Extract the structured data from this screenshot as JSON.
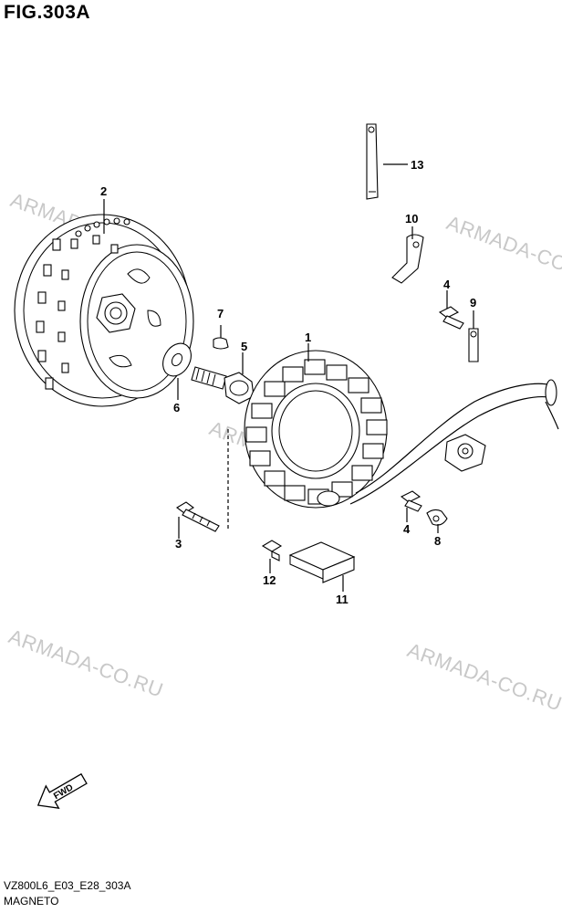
{
  "figure": {
    "title": "FIG.303A",
    "code": "VZ800L6_E03_E28_303A",
    "name": "MAGNETO"
  },
  "watermark": "ARMADA-CO.RU",
  "fwd_label": "FWD",
  "callouts": {
    "c1": "1",
    "c2": "2",
    "c3": "3",
    "c4a": "4",
    "c4b": "4",
    "c5": "5",
    "c6": "6",
    "c7": "7",
    "c8": "8",
    "c9": "9",
    "c10": "10",
    "c11": "11",
    "c12": "12",
    "c13": "13"
  }
}
